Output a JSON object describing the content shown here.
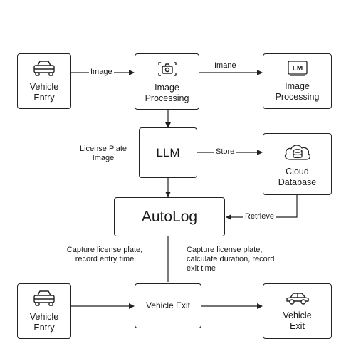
{
  "nodes": {
    "vehicle_entry_top": "Vehicle Entry",
    "image_processing_1": "Image Processing",
    "image_processing_2": "Image Processing",
    "llm": "LLM",
    "cloud_db": "Cloud Database",
    "autolog": "AutoLog",
    "vehicle_entry_bottom": "Vehicle Entry",
    "vehicle_exit_center": "Vehicle Exit",
    "vehicle_exit_right": "Vehicle Exit",
    "lm_badge": "LM"
  },
  "edges": {
    "image": "Image",
    "imane": "Imane",
    "store": "Store",
    "retrieve": "Retrieve",
    "license_plate_image": "License Plate Image"
  },
  "notes": {
    "entry_capture": "Capture license plate, record entry time",
    "exit_capture": "Capture license plate, calculate duration, record exit time"
  },
  "icons": {
    "vehicle_entry": "car-front-icon",
    "image_processing_1": "camera-icon",
    "image_processing_2": "lm-image-icon",
    "cloud_db": "cloud-database-icon",
    "vehicle_exit_right": "car-side-icon"
  }
}
